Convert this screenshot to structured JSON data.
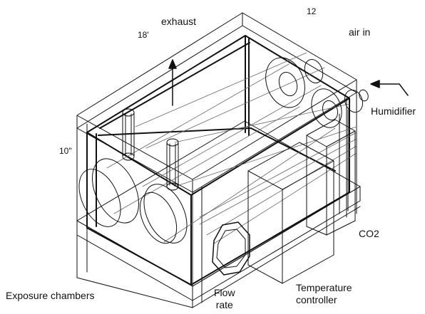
{
  "labels": {
    "exhaust": "exhaust",
    "dim_length": "18'",
    "dim_width": "12",
    "air_in": "air in",
    "humidifier": "Humidifier",
    "dim_height": "10\"",
    "co2": "CO2",
    "exposure_chambers": "Exposure chambers",
    "flow_rate": "Flow\nrate",
    "temperature_controller": "Temperature\ncontroller"
  },
  "line_color": "#111111",
  "background": "#ffffff"
}
